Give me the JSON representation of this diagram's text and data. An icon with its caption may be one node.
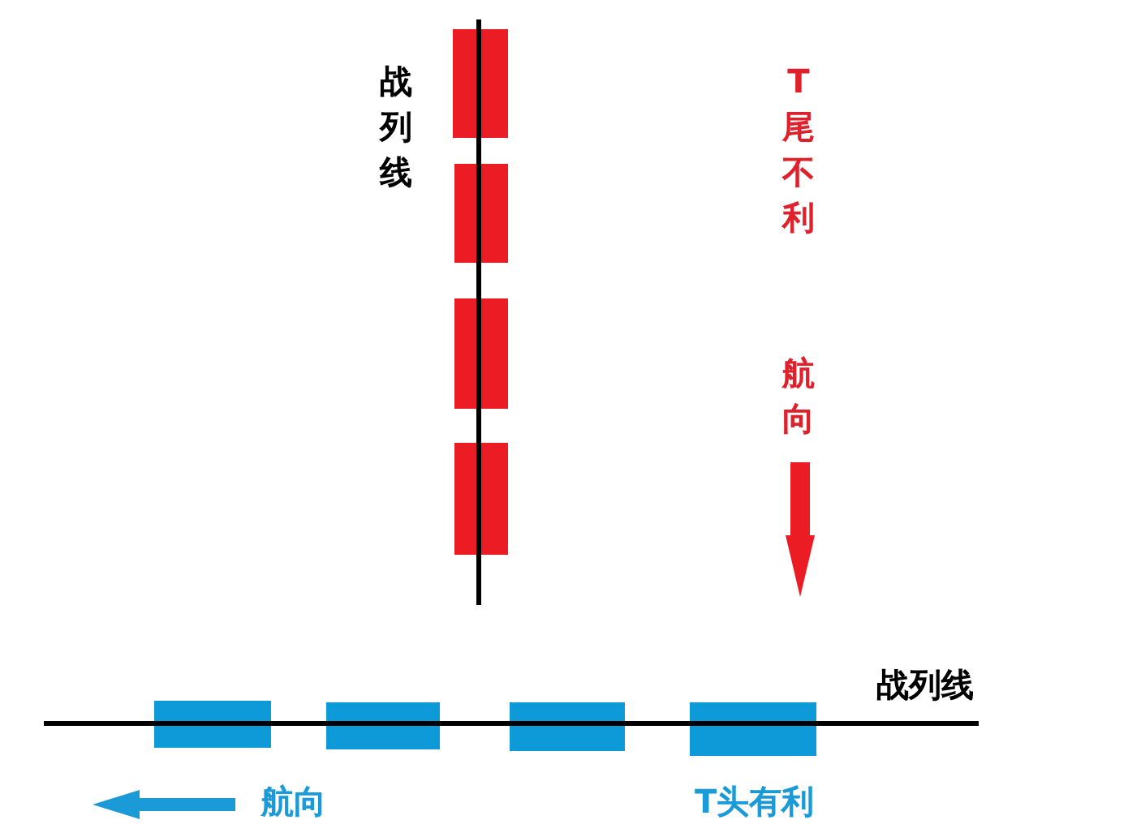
{
  "diagram": {
    "labels": [
      "战列线",
      "T尾不利",
      "航向",
      "战列线",
      "航向",
      "T头有利"
    ]
  }
}
